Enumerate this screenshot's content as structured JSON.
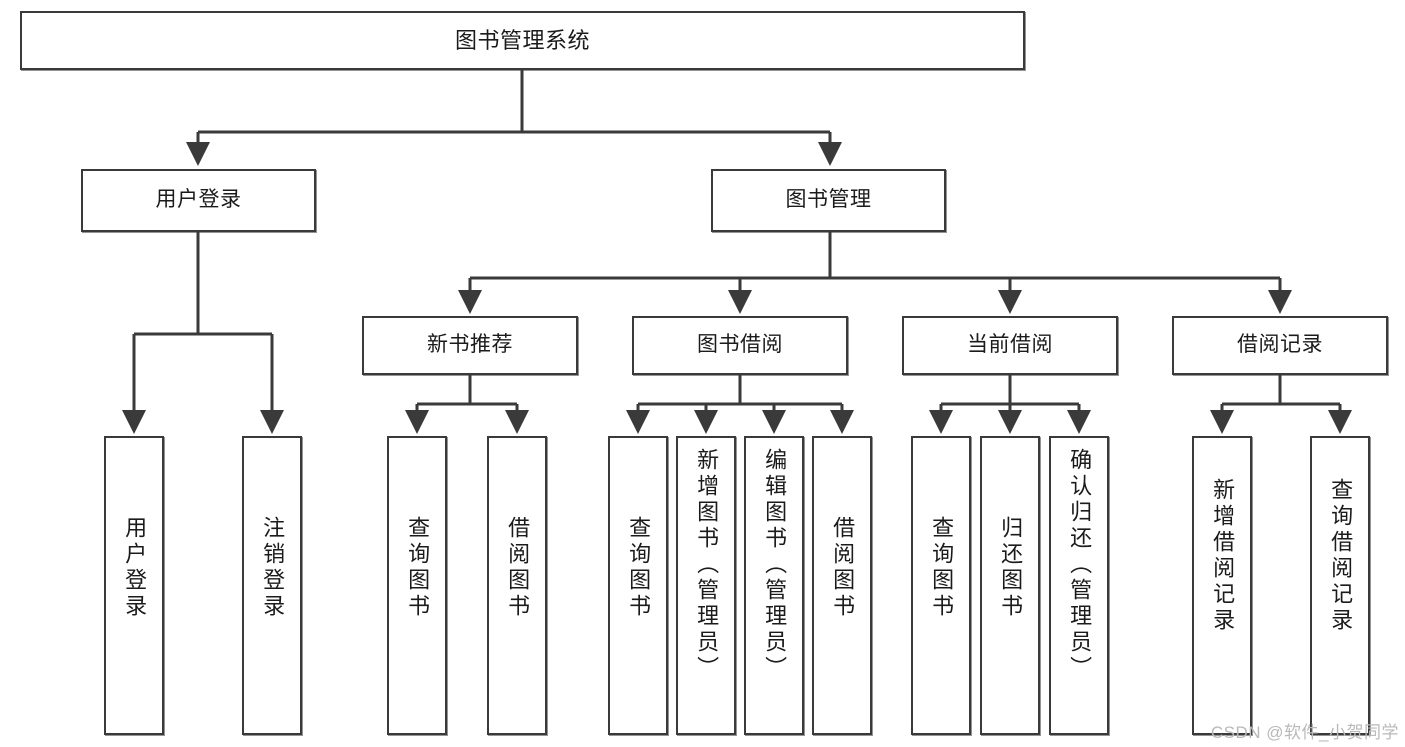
{
  "diagram": {
    "title": "图书管理系统",
    "watermark": "CSDN @软件_小贺同学",
    "line_color": "#3a3a3a",
    "box_fill": "#ffffff",
    "text_color": "#1b1b1b",
    "levels": {
      "root": [
        "图书管理系统"
      ],
      "level2": [
        "用户登录",
        "图书管理"
      ],
      "level3": [
        "新书推荐",
        "图书借阅",
        "当前借阅",
        "借阅记录"
      ],
      "leaves": [
        "用户登录",
        "注销登录",
        "查询图书",
        "借阅图书",
        "查询图书",
        "新增图书（管理员）",
        "编辑图书（管理员）",
        "借阅图书",
        "查询图书",
        "归还图书",
        "确认归还（管理员）",
        "新增借阅记录",
        "查询借阅记录"
      ]
    },
    "nodes": {
      "root": {
        "label": "图书管理系统"
      },
      "user_login": {
        "label": "用户登录"
      },
      "book_manage": {
        "label": "图书管理"
      },
      "new_book_rec": {
        "label": "新书推荐"
      },
      "book_borrow": {
        "label": "图书借阅"
      },
      "current_borrow": {
        "label": "当前借阅"
      },
      "borrow_record": {
        "label": "借阅记录"
      },
      "leaf_user_login": {
        "label": "用户登录"
      },
      "leaf_logout": {
        "label": "注销登录"
      },
      "leaf_query_book_1": {
        "label": "查询图书"
      },
      "leaf_borrow_book_1": {
        "label": "借阅图书"
      },
      "leaf_query_book_2": {
        "label": "查询图书"
      },
      "leaf_add_book": {
        "label": "新增图书（管理员）"
      },
      "leaf_edit_book": {
        "label": "编辑图书（管理员）"
      },
      "leaf_borrow_book_2": {
        "label": "借阅图书"
      },
      "leaf_query_book_3": {
        "label": "查询图书"
      },
      "leaf_return_book": {
        "label": "归还图书"
      },
      "leaf_confirm_return": {
        "label": "确认归还（管理员）"
      },
      "leaf_add_record": {
        "label": "新增借阅记录"
      },
      "leaf_query_record": {
        "label": "查询借阅记录"
      }
    }
  }
}
